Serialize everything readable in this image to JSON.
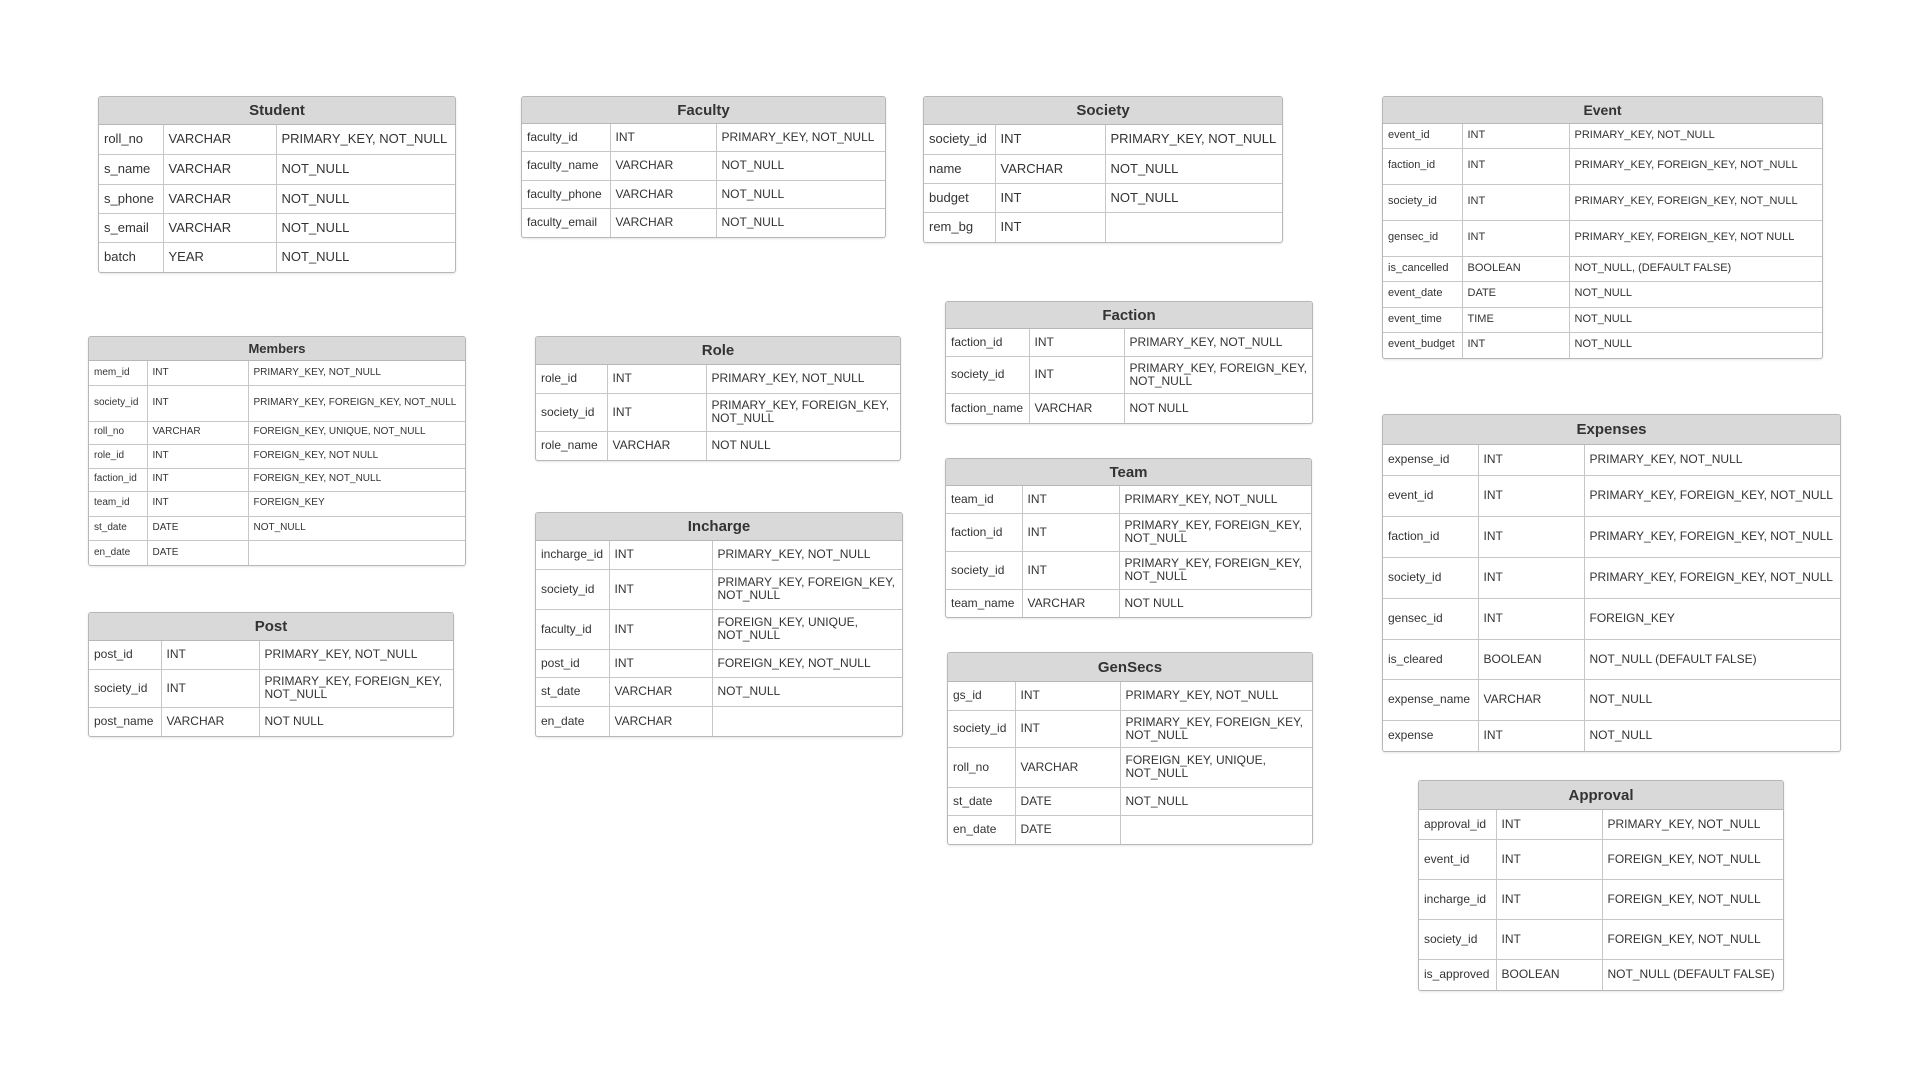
{
  "tables": [
    {
      "key": "student",
      "title": "Student",
      "rows": [
        [
          "roll_no",
          "VARCHAR",
          "PRIMARY_KEY, NOT_NULL"
        ],
        [
          "s_name",
          "VARCHAR",
          "NOT_NULL"
        ],
        [
          "s_phone",
          "VARCHAR",
          "NOT_NULL"
        ],
        [
          "s_email",
          "VARCHAR",
          "NOT_NULL"
        ],
        [
          "batch",
          "YEAR",
          "NOT_NULL"
        ]
      ]
    },
    {
      "key": "faculty",
      "title": "Faculty",
      "rows": [
        [
          "faculty_id",
          "INT",
          "PRIMARY_KEY, NOT_NULL"
        ],
        [
          "faculty_name",
          "VARCHAR",
          "NOT_NULL"
        ],
        [
          "faculty_phone",
          "VARCHAR",
          "NOT_NULL"
        ],
        [
          "faculty_email",
          "VARCHAR",
          "NOT_NULL"
        ]
      ]
    },
    {
      "key": "society",
      "title": "Society",
      "rows": [
        [
          "society_id",
          "INT",
          "PRIMARY_KEY, NOT_NULL"
        ],
        [
          "name",
          "VARCHAR",
          "NOT_NULL"
        ],
        [
          "budget",
          "INT",
          "NOT_NULL"
        ],
        [
          "rem_bg",
          "INT",
          ""
        ]
      ]
    },
    {
      "key": "event",
      "title": "Event",
      "rows": [
        [
          "event_id",
          "INT",
          "PRIMARY_KEY, NOT_NULL"
        ],
        [
          "faction_id",
          "INT",
          "PRIMARY_KEY, FOREIGN_KEY, NOT_NULL"
        ],
        [
          "society_id",
          "INT",
          "PRIMARY_KEY, FOREIGN_KEY, NOT_NULL"
        ],
        [
          "gensec_id",
          "INT",
          "PRIMARY_KEY, FOREIGN_KEY, NOT NULL"
        ],
        [
          "is_cancelled",
          "BOOLEAN",
          "NOT_NULL, (DEFAULT FALSE)"
        ],
        [
          "event_date",
          "DATE",
          "NOT_NULL"
        ],
        [
          "event_time",
          "TIME",
          "NOT_NULL"
        ],
        [
          "event_budget",
          "INT",
          "NOT_NULL"
        ]
      ]
    },
    {
      "key": "members",
      "title": "Members",
      "rows": [
        [
          "mem_id",
          "INT",
          "PRIMARY_KEY, NOT_NULL"
        ],
        [
          "society_id",
          "INT",
          "PRIMARY_KEY, FOREIGN_KEY, NOT_NULL"
        ],
        [
          "roll_no",
          "VARCHAR",
          "FOREIGN_KEY, UNIQUE, NOT_NULL"
        ],
        [
          "role_id",
          "INT",
          "FOREIGN_KEY, NOT NULL"
        ],
        [
          "faction_id",
          "INT",
          "FOREIGN_KEY, NOT_NULL"
        ],
        [
          "team_id",
          "INT",
          "FOREIGN_KEY"
        ],
        [
          "st_date",
          "DATE",
          "NOT_NULL"
        ],
        [
          "en_date",
          "DATE",
          ""
        ]
      ]
    },
    {
      "key": "role",
      "title": "Role",
      "rows": [
        [
          "role_id",
          "INT",
          "PRIMARY_KEY, NOT_NULL"
        ],
        [
          "society_id",
          "INT",
          "PRIMARY_KEY, FOREIGN_KEY, NOT_NULL"
        ],
        [
          "role_name",
          "VARCHAR",
          "NOT NULL"
        ]
      ]
    },
    {
      "key": "faction",
      "title": "Faction",
      "rows": [
        [
          "faction_id",
          "INT",
          "PRIMARY_KEY, NOT_NULL"
        ],
        [
          "society_id",
          "INT",
          "PRIMARY_KEY, FOREIGN_KEY, NOT_NULL"
        ],
        [
          "faction_name",
          "VARCHAR",
          "NOT NULL"
        ]
      ]
    },
    {
      "key": "team",
      "title": "Team",
      "rows": [
        [
          "team_id",
          "INT",
          "PRIMARY_KEY, NOT_NULL"
        ],
        [
          "faction_id",
          "INT",
          "PRIMARY_KEY, FOREIGN_KEY, NOT_NULL"
        ],
        [
          "society_id",
          "INT",
          "PRIMARY_KEY, FOREIGN_KEY, NOT_NULL"
        ],
        [
          "team_name",
          "VARCHAR",
          "NOT NULL"
        ]
      ]
    },
    {
      "key": "expenses",
      "title": "Expenses",
      "rows": [
        [
          "expense_id",
          "INT",
          "PRIMARY_KEY, NOT_NULL"
        ],
        [
          "event_id",
          "INT",
          "PRIMARY_KEY, FOREIGN_KEY, NOT_NULL"
        ],
        [
          "faction_id",
          "INT",
          "PRIMARY_KEY, FOREIGN_KEY, NOT_NULL"
        ],
        [
          "society_id",
          "INT",
          "PRIMARY_KEY, FOREIGN_KEY, NOT_NULL"
        ],
        [
          "gensec_id",
          "INT",
          "FOREIGN_KEY"
        ],
        [
          "is_cleared",
          "BOOLEAN",
          "NOT_NULL (DEFAULT FALSE)"
        ],
        [
          "expense_name",
          "VARCHAR",
          "NOT_NULL"
        ],
        [
          "expense",
          "INT",
          "NOT_NULL"
        ]
      ]
    },
    {
      "key": "incharge",
      "title": "Incharge",
      "rows": [
        [
          "incharge_id",
          "INT",
          "PRIMARY_KEY, NOT_NULL"
        ],
        [
          "society_id",
          "INT",
          "PRIMARY_KEY, FOREIGN_KEY, NOT_NULL"
        ],
        [
          "faculty_id",
          "INT",
          "FOREIGN_KEY, UNIQUE, NOT_NULL"
        ],
        [
          "post_id",
          "INT",
          "FOREIGN_KEY, NOT_NULL"
        ],
        [
          "st_date",
          "VARCHAR",
          "NOT_NULL"
        ],
        [
          "en_date",
          "VARCHAR",
          ""
        ]
      ]
    },
    {
      "key": "post",
      "title": "Post",
      "rows": [
        [
          "post_id",
          "INT",
          "PRIMARY_KEY, NOT_NULL"
        ],
        [
          "society_id",
          "INT",
          "PRIMARY_KEY, FOREIGN_KEY, NOT_NULL"
        ],
        [
          "post_name",
          "VARCHAR",
          "NOT NULL"
        ]
      ]
    },
    {
      "key": "gensecs",
      "title": "GenSecs",
      "rows": [
        [
          "gs_id",
          "INT",
          "PRIMARY_KEY, NOT_NULL"
        ],
        [
          "society_id",
          "INT",
          "PRIMARY_KEY, FOREIGN_KEY, NOT_NULL"
        ],
        [
          "roll_no",
          "VARCHAR",
          "FOREIGN_KEY, UNIQUE, NOT_NULL"
        ],
        [
          "st_date",
          "DATE",
          "NOT_NULL"
        ],
        [
          "en_date",
          "DATE",
          ""
        ]
      ]
    },
    {
      "key": "approval",
      "title": "Approval",
      "rows": [
        [
          "approval_id",
          "INT",
          "PRIMARY_KEY, NOT_NULL"
        ],
        [
          "event_id",
          "INT",
          "FOREIGN_KEY, NOT_NULL"
        ],
        [
          "incharge_id",
          "INT",
          "FOREIGN_KEY, NOT_NULL"
        ],
        [
          "society_id",
          "INT",
          "FOREIGN_KEY, NOT_NULL"
        ],
        [
          "is_approved",
          "BOOLEAN",
          "NOT_NULL (DEFAULT FALSE)"
        ]
      ]
    }
  ]
}
